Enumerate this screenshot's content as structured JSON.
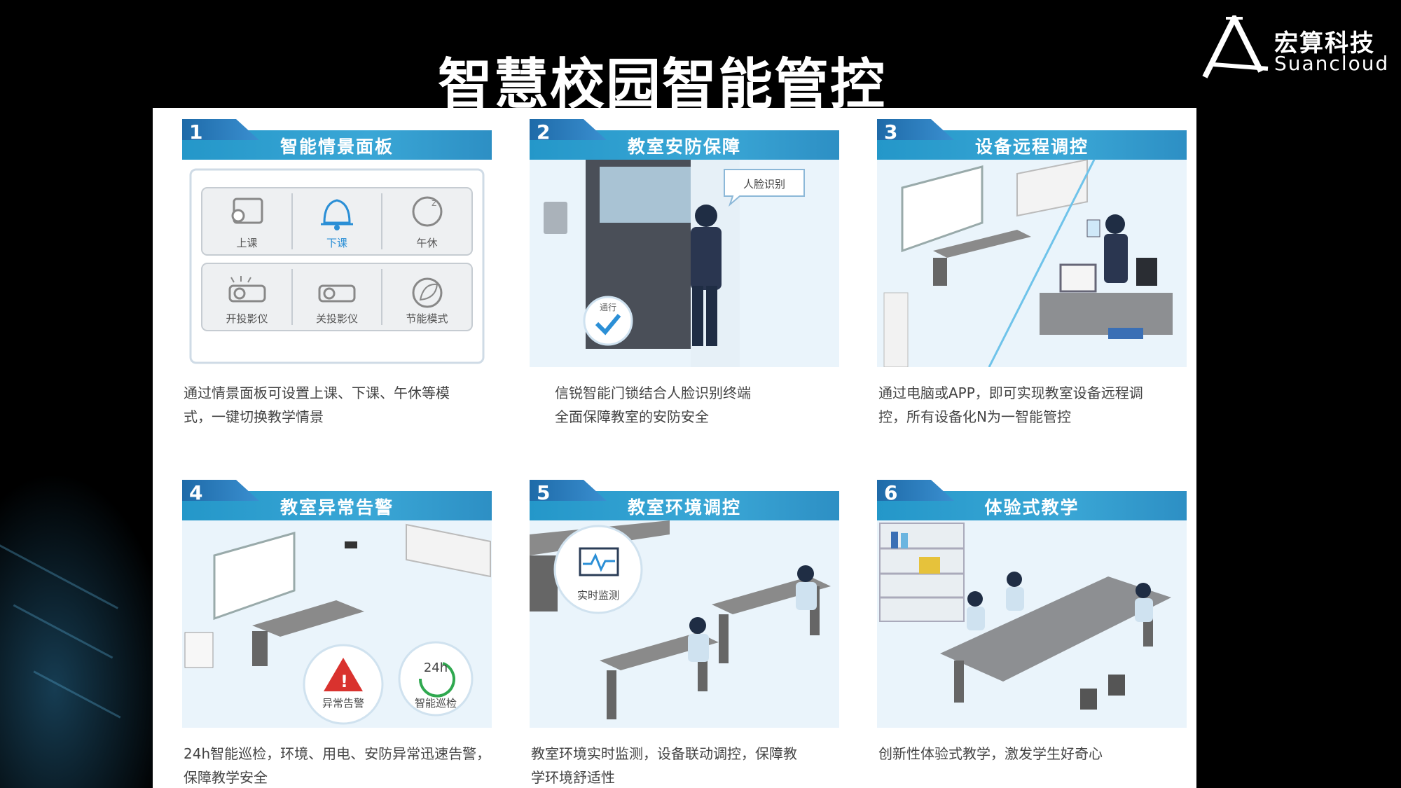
{
  "title": "智慧校园智能管控",
  "logo": {
    "cn": "宏算科技",
    "en": "Suancloud"
  },
  "cards": [
    {
      "num": "1",
      "title": "智能情景面板",
      "desc": [
        "通过情景面板可设置上课、下课、午休等模",
        "式，一键切换教学情景"
      ],
      "buttons": [
        "上课",
        "下课",
        "午休",
        "开投影仪",
        "关投影仪",
        "节能模式"
      ]
    },
    {
      "num": "2",
      "title": "教室安防保障",
      "desc": [
        "信锐智能门锁结合人脸识别终端",
        "全面保障教室的安防安全"
      ],
      "labels": [
        "人脸识别",
        "通行"
      ]
    },
    {
      "num": "3",
      "title": "设备远程调控",
      "desc": [
        "通过电脑或APP，即可实现教室设备远程调",
        "控，所有设备化N为一智能管控"
      ]
    },
    {
      "num": "4",
      "title": "教室异常告警",
      "desc": [
        "24h智能巡检，环境、用电、安防异常迅速告警，",
        "保障教学安全"
      ],
      "labels": [
        "异常告警",
        "智能巡检",
        "24h"
      ]
    },
    {
      "num": "5",
      "title": "教室环境调控",
      "desc": [
        "教室环境实时监测，设备联动调控，保障教",
        "学环境舒适性"
      ],
      "labels": [
        "实时监测"
      ]
    },
    {
      "num": "6",
      "title": "体验式教学",
      "desc": [
        "创新性体验式教学，激发学生好奇心"
      ]
    }
  ],
  "colors": {
    "header_blue": "#2497c9",
    "tab_blue": "#1e6aa8",
    "alert_red": "#d9322e",
    "accent_green": "#2fa84f"
  }
}
